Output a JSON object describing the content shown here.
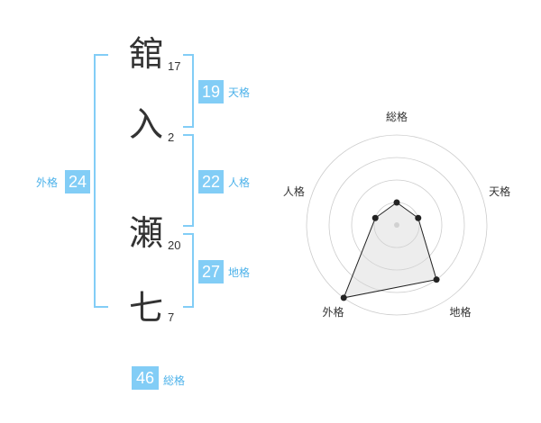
{
  "name_chars": [
    {
      "char": "舘",
      "strokes": "17"
    },
    {
      "char": "入",
      "strokes": "2"
    },
    {
      "char": "瀬",
      "strokes": "20"
    },
    {
      "char": "七",
      "strokes": "7"
    }
  ],
  "fortune": {
    "tenkaku": {
      "value": "19",
      "label": "天格"
    },
    "jinkaku": {
      "value": "22",
      "label": "人格"
    },
    "chikaku": {
      "value": "27",
      "label": "地格"
    },
    "gaikaku": {
      "value": "24",
      "label": "外格"
    },
    "soukaku": {
      "value": "46",
      "label": "総格"
    }
  },
  "colors": {
    "accent": "#82cdf6",
    "label": "#4db2ea",
    "text": "#333333"
  },
  "chart_data": {
    "type": "radar",
    "axes": [
      "総格",
      "天格",
      "地格",
      "外格",
      "人格"
    ],
    "values": [
      1,
      1,
      3,
      4,
      1
    ],
    "rmax": 4,
    "rings": 4
  }
}
